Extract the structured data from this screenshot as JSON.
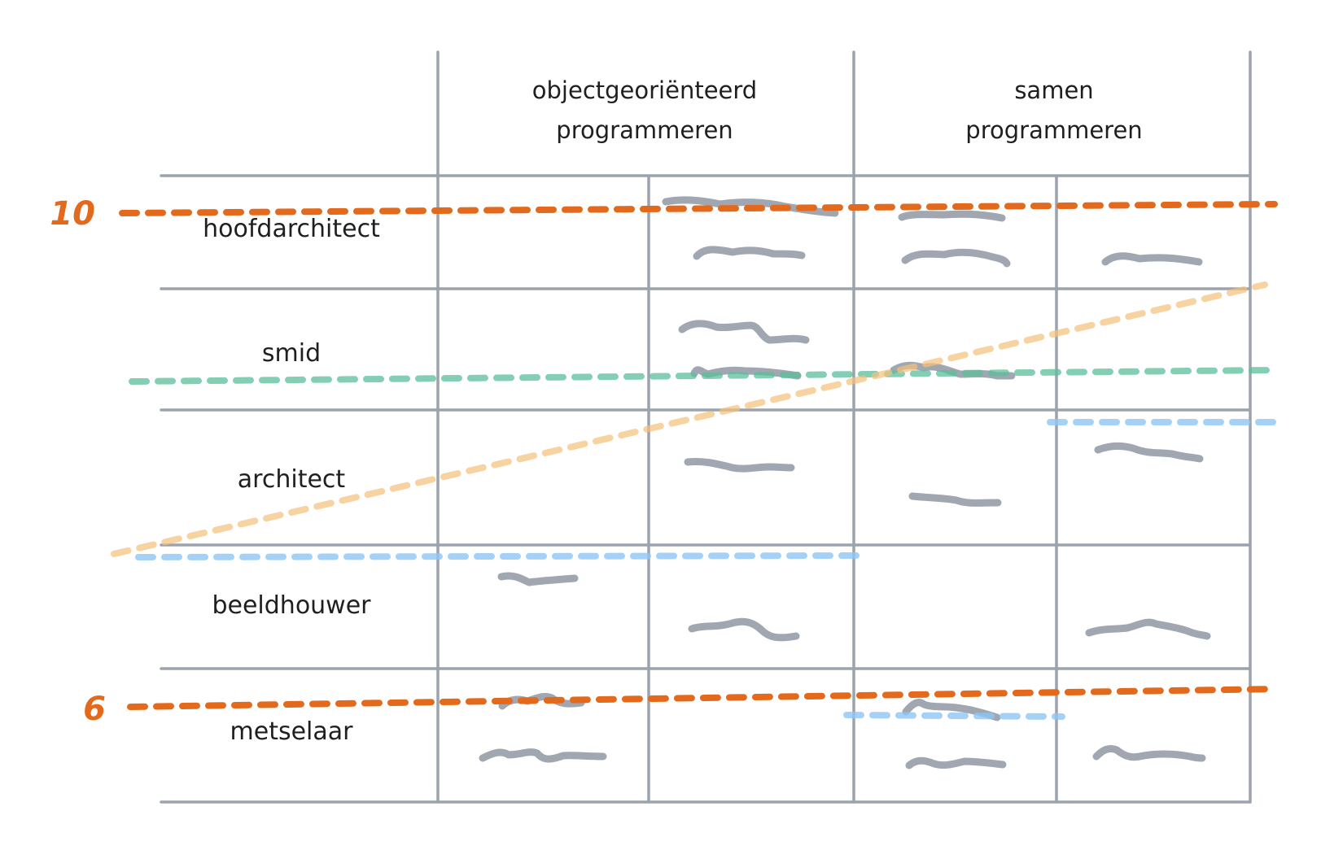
{
  "table": {
    "column_groups": [
      {
        "line1": "objectgeoriënteerd",
        "line2": "programmeren"
      },
      {
        "line1": "samen",
        "line2": "programmeren"
      }
    ],
    "rows": [
      {
        "label": "hoofdarchitect"
      },
      {
        "label": "smid"
      },
      {
        "label": "architect"
      },
      {
        "label": "beeldhouwer"
      },
      {
        "label": "metselaar"
      }
    ]
  },
  "markers": [
    {
      "label": "10",
      "color": "#e36a1c"
    },
    {
      "label": "6",
      "color": "#e36a1c"
    }
  ],
  "threshold_lines": [
    {
      "name": "top-threshold",
      "color": "#e36a1c",
      "opacity": 1
    },
    {
      "name": "bottom-threshold",
      "color": "#e36a1c",
      "opacity": 1
    },
    {
      "name": "green-line",
      "color": "#5bbf9a",
      "opacity": 0.75
    },
    {
      "name": "yellow-diagonal-line",
      "color": "#f5c07a",
      "opacity": 0.7
    },
    {
      "name": "blue-line-left",
      "color": "#8ec5f5",
      "opacity": 0.8
    },
    {
      "name": "blue-line-right",
      "color": "#8ec5f5",
      "opacity": 0.8
    },
    {
      "name": "blue-line-short",
      "color": "#8ec5f5",
      "opacity": 0.8
    }
  ],
  "colors": {
    "grid": "#9ca3ad",
    "squiggle": "#a0a7b1",
    "text": "#1f1f1f"
  }
}
